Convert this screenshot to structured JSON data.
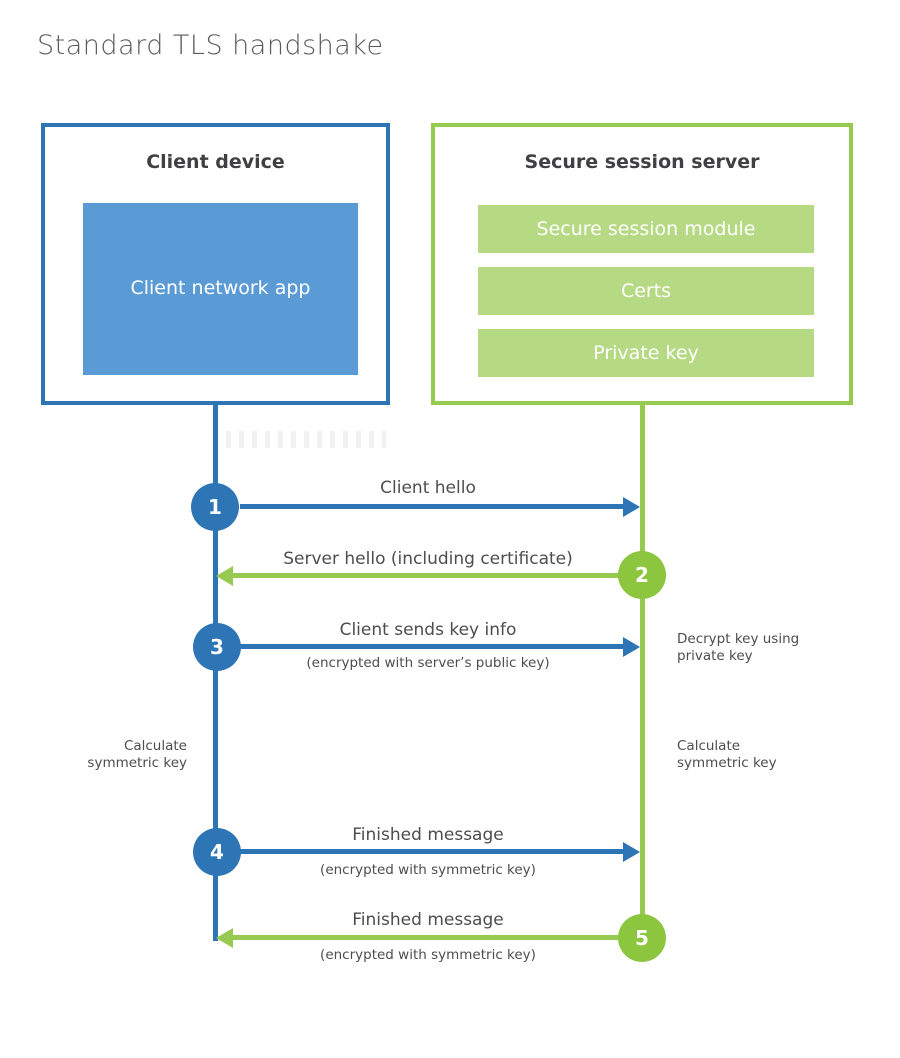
{
  "title": "Standard TLS handshake",
  "colors": {
    "blue_accent": "#2e75b6",
    "blue_fill": "#5b9bd5",
    "green_accent": "#8cc63e",
    "green_border": "#97ca50",
    "green_fill": "#b6d983",
    "heading_text": "#404042",
    "label_text": "#4d4d4d",
    "title_text": "#58595b"
  },
  "client": {
    "title": "Client device",
    "module": "Client network app"
  },
  "server": {
    "title": "Secure session server",
    "modules": [
      "Secure session module",
      "Certs",
      "Private key"
    ]
  },
  "messages": [
    {
      "step": "1",
      "direction": "client-to-server",
      "label": "Client hello",
      "subtitle": ""
    },
    {
      "step": "2",
      "direction": "server-to-client",
      "label": "Server hello (including certificate)",
      "subtitle": ""
    },
    {
      "step": "3",
      "direction": "client-to-server",
      "label": "Client sends key info",
      "subtitle": "(encrypted with server’s public key)"
    },
    {
      "step": "4",
      "direction": "client-to-server",
      "label": "Finished message",
      "subtitle": "(encrypted with symmetric key)"
    },
    {
      "step": "5",
      "direction": "server-to-client",
      "label": "Finished message",
      "subtitle": "(encrypted with symmetric key)"
    }
  ],
  "notes": {
    "decrypt": "Decrypt key using\nprivate key",
    "calc_left": "Calculate\nsymmetric key",
    "calc_right": "Calculate\nsymmetric key"
  }
}
